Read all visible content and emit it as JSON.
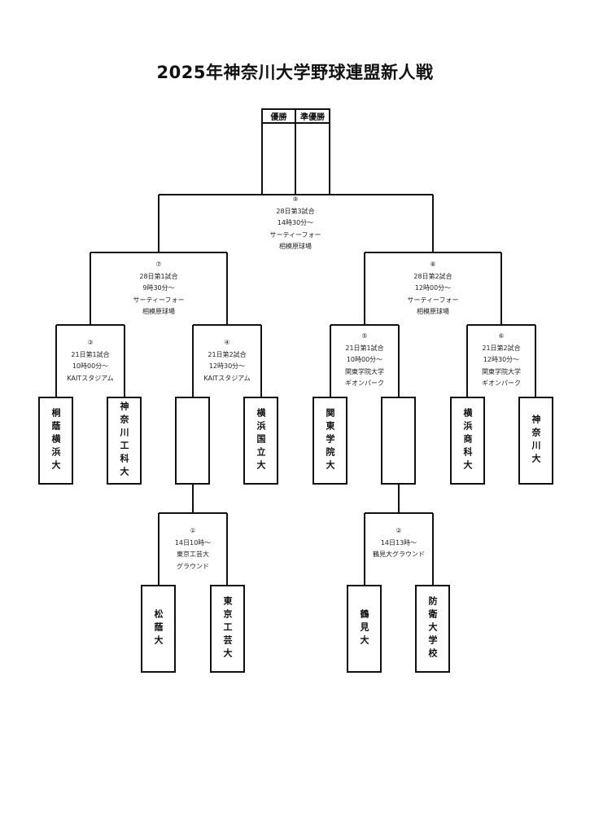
{
  "title": "2025年神奈川大学野球連盟新人戦",
  "results": {
    "champion_label": "優勝",
    "runner_up_label": "準優勝"
  },
  "teams": {
    "toin": "桐蔭横浜大",
    "kanagawa_kouka": "神奈川工科大",
    "yokohama_kokuritsu": "横浜国立大",
    "kanto_gakuin": "関東学院大",
    "yokohama_shoka": "横浜商科大",
    "kanagawa": "神奈川大",
    "shoin": "松蔭大",
    "tokyo_kougei": "東京工芸大",
    "tsurumi": "鶴見大",
    "boei": "防衛大学校",
    "tbd_1": "",
    "tbd_2": ""
  },
  "games": {
    "g1": {
      "no": "①",
      "lines": [
        "14日10時〜",
        "東京工芸大",
        "グラウンド"
      ]
    },
    "g2": {
      "no": "②",
      "lines": [
        "14日13時〜",
        "鶴見大グラウンド"
      ]
    },
    "g3": {
      "no": "③",
      "lines": [
        "21日第1試合",
        "10時00分〜",
        "KAITスタジアム"
      ]
    },
    "g4": {
      "no": "④",
      "lines": [
        "21日第2試合",
        "12時30分〜",
        "KAITスタジアム"
      ]
    },
    "g5": {
      "no": "⑤",
      "lines": [
        "21日第1試合",
        "10時00分〜",
        "関東学院大学",
        "ギオンパーク"
      ]
    },
    "g6": {
      "no": "⑥",
      "lines": [
        "21日第2試合",
        "12時30分〜",
        "関東学院大学",
        "ギオンパーク"
      ]
    },
    "g7": {
      "no": "⑦",
      "lines": [
        "28日第1試合",
        "9時30分〜",
        "サーティーフォー",
        "相模原球場"
      ]
    },
    "g8": {
      "no": "⑧",
      "lines": [
        "28日第2試合",
        "12時00分〜",
        "サーティーフォー",
        "相模原球場"
      ]
    },
    "g9": {
      "no": "⑨",
      "lines": [
        "28日第3試合",
        "14時30分〜",
        "サーティーフォー",
        "相模原球場"
      ]
    }
  }
}
